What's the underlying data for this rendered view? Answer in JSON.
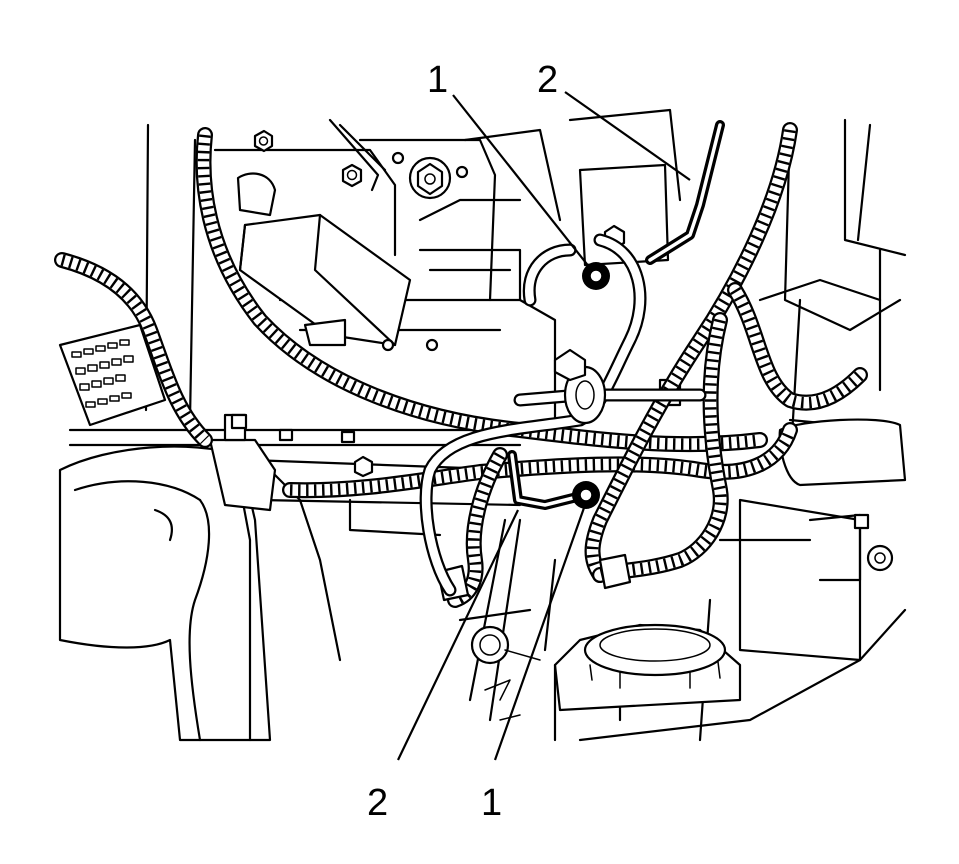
{
  "callouts": {
    "top_left": "1",
    "top_right": "2",
    "bottom_left": "2",
    "bottom_right": "1"
  }
}
